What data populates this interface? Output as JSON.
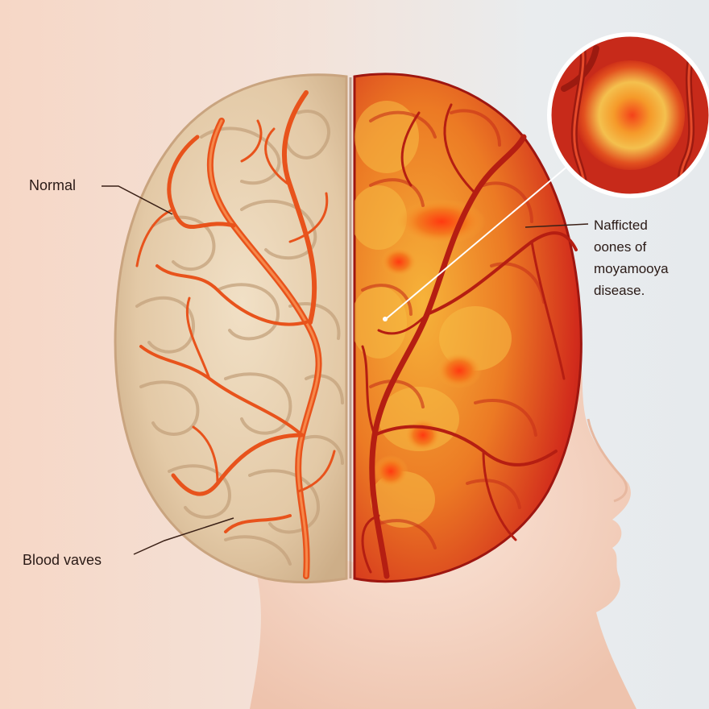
{
  "labels": {
    "normal": "Normal",
    "blood_vessels": "Blood vaves",
    "affected_lines": [
      "Nafficted",
      "oones of",
      "moyamooya",
      "disease."
    ]
  },
  "colors": {
    "background_left": "#f6d7c6",
    "background_right": "#e6eaed",
    "normal_tissue": "#e6cfae",
    "affected_tissue": "#f0a030",
    "affected_red": "#d2261e",
    "vessel": "#e8531c",
    "skin": "#f3d7c6"
  }
}
